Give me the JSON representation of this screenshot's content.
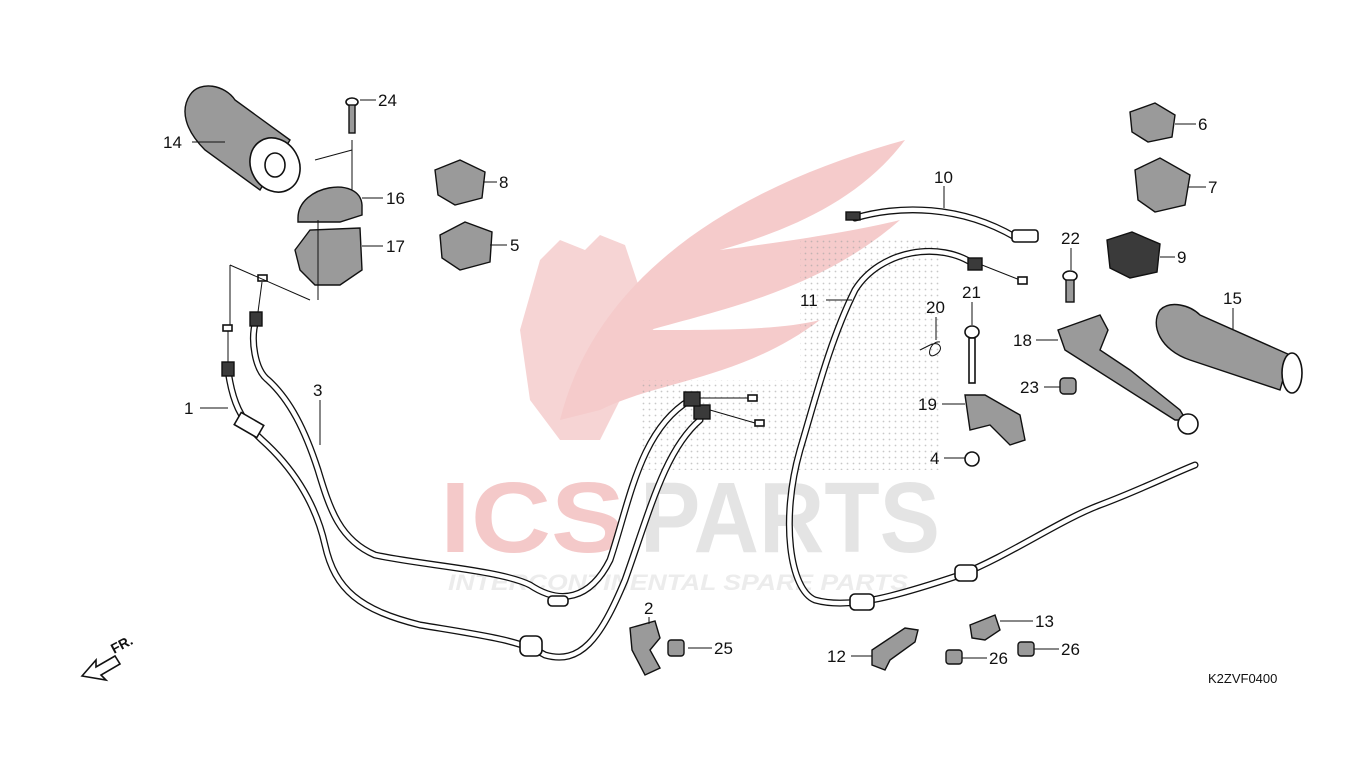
{
  "diagram": {
    "code": "K2ZVF0400",
    "direction_label": "FR.",
    "watermark": {
      "brand_left": "ICS",
      "brand_right": "PARTS",
      "tagline": "INTERCONTINENTAL SPARE PARTS"
    },
    "callouts": {
      "p1": "1",
      "p2": "2",
      "p3": "3",
      "p4": "4",
      "p5": "5",
      "p6": "6",
      "p7": "7",
      "p8": "8",
      "p9": "9",
      "p10": "10",
      "p11": "11",
      "p12": "12",
      "p13": "13",
      "p14": "14",
      "p15": "15",
      "p16": "16",
      "p17": "17",
      "p18": "18",
      "p19": "19",
      "p20": "20",
      "p21": "21",
      "p22": "22",
      "p23": "23",
      "p24": "24",
      "p25": "25",
      "p26a": "26",
      "p26b": "26"
    },
    "colors": {
      "watermark_red": "#f3c4c4",
      "watermark_grey": "#e2e2e2"
    }
  }
}
